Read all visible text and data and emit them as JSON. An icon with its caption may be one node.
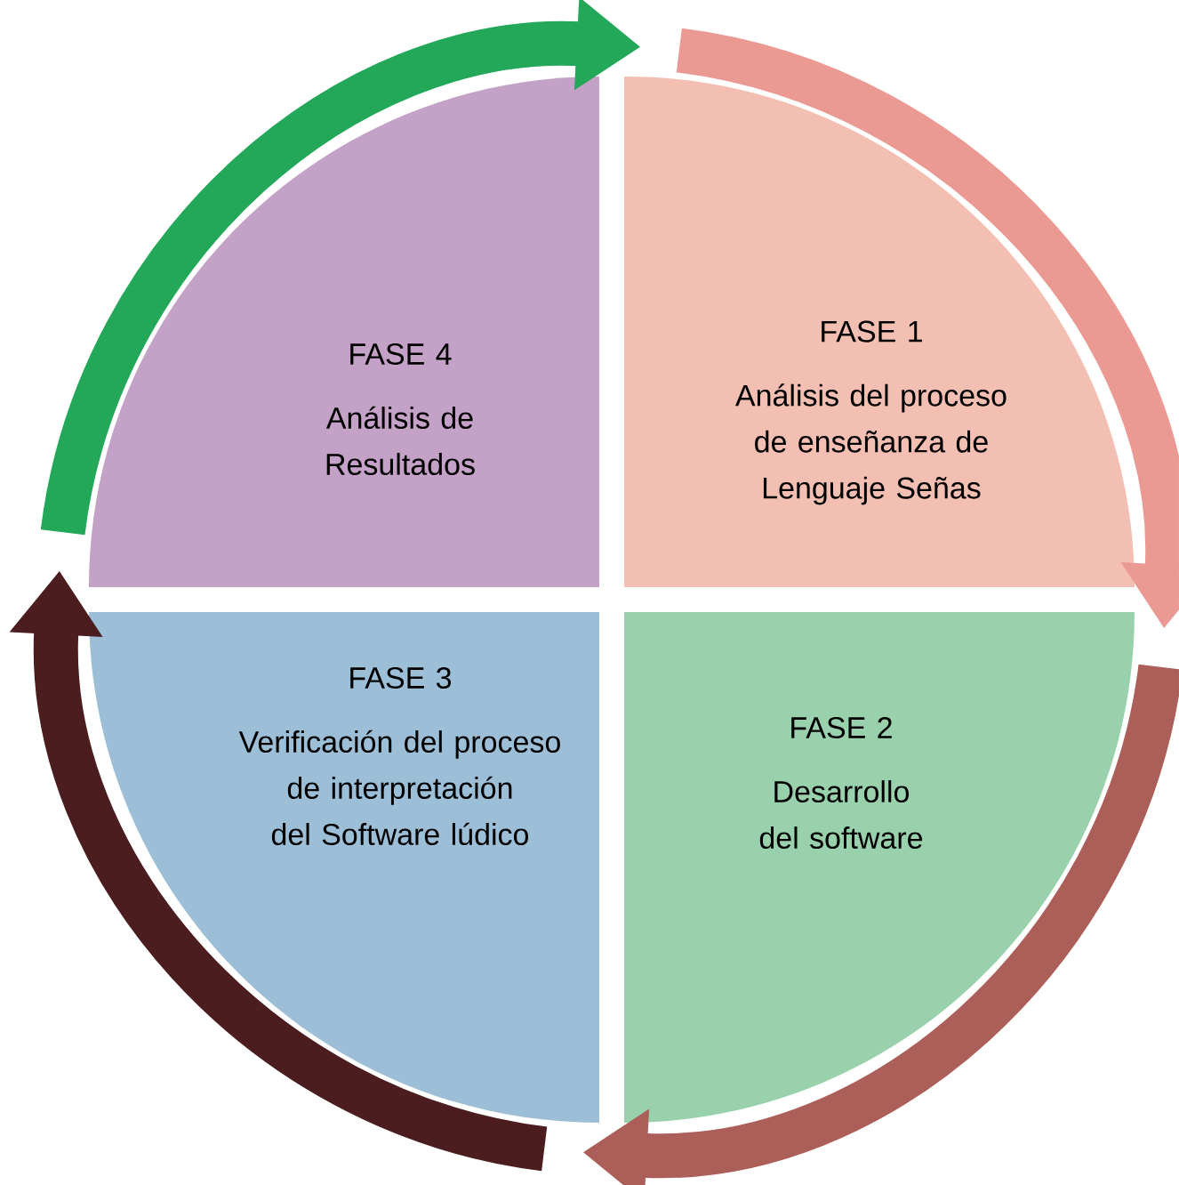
{
  "diagram": {
    "nodes": [
      {
        "text": [
          "FASE  1",
          "Análisis del proceso de enseñanza de Lenguaje Señas"
        ]
      },
      {
        "text": [
          "FASE  2",
          "Desarrollo del software"
        ]
      },
      {
        "text": [
          "FASE  3",
          "Verificación del proceso de interpretación del Software lúdico"
        ]
      },
      {
        "text": [
          "FASE  4",
          "Análisis de Resultados"
        ]
      }
    ],
    "edges": [
      {
        "from": 0,
        "to": 1,
        "arrow": "to",
        "color": "#eb9a93"
      },
      {
        "from": 1,
        "to": 2,
        "arrow": "to",
        "color": "#ac5f58"
      },
      {
        "from": 2,
        "to": 3,
        "arrow": "to",
        "color": "#4b1d1f"
      },
      {
        "from": 3,
        "to": 0,
        "arrow": "to",
        "color": "#23a85a"
      }
    ]
  }
}
